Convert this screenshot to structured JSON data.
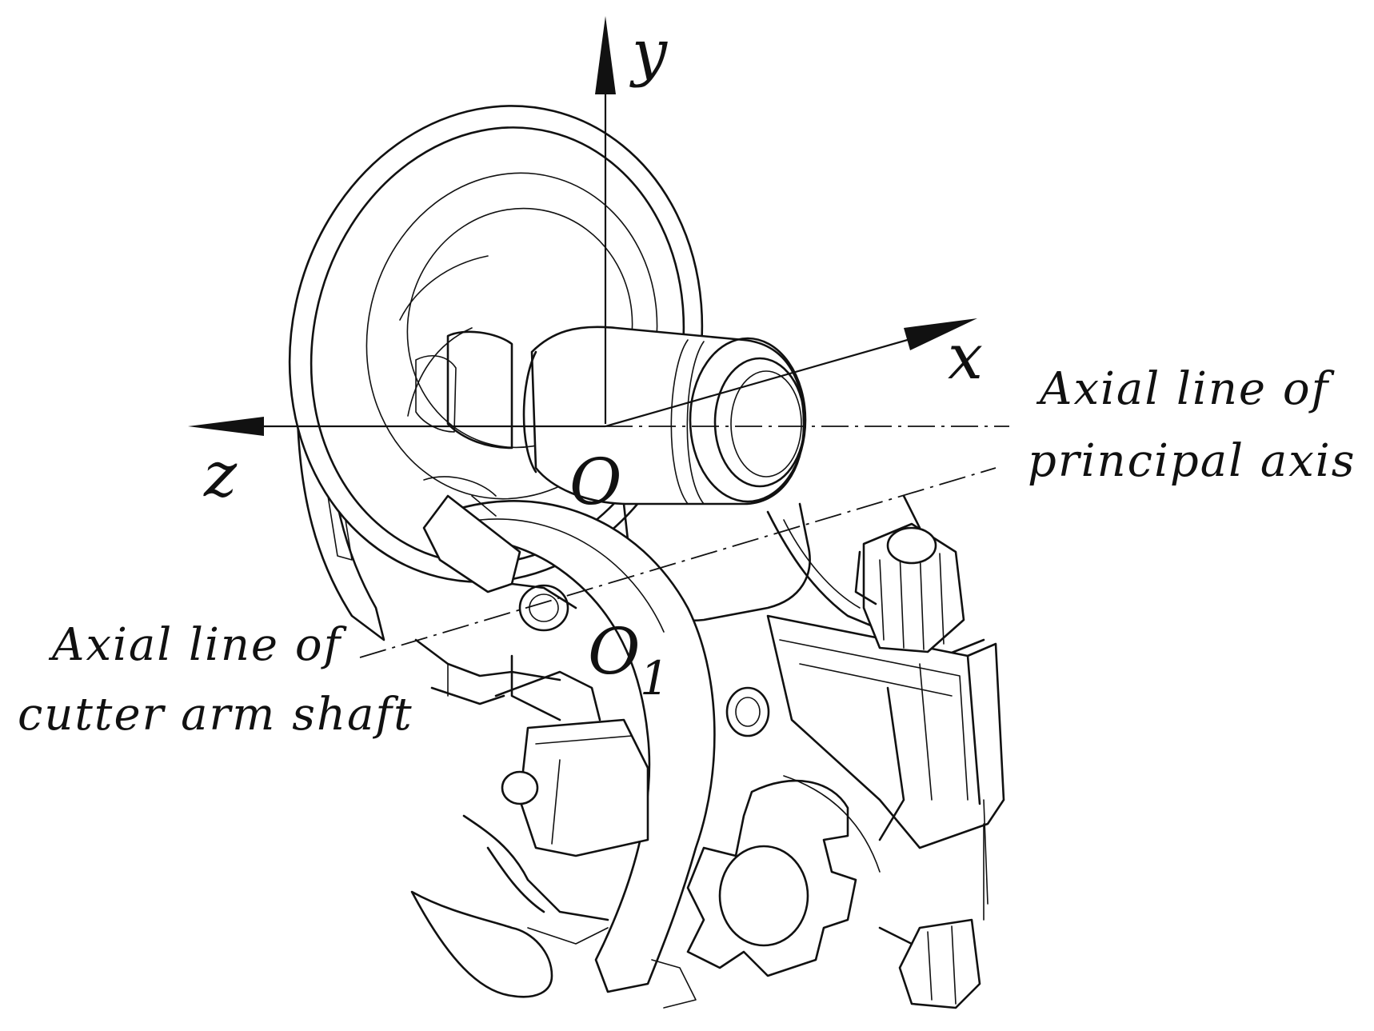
{
  "figure": {
    "axes": {
      "y_label": "y",
      "x_label": "x",
      "z_label": "z"
    },
    "points": {
      "origin_label": "O",
      "cutter_origin_label": "O",
      "cutter_origin_subscript": "1"
    },
    "callouts": {
      "principal_axis_line1": "Axial line of",
      "principal_axis_line2": "principal axis",
      "cutter_shaft_line1": "Axial line of",
      "cutter_shaft_line2": "cutter arm shaft"
    },
    "colors": {
      "ink": "#111111",
      "background": "#ffffff"
    }
  }
}
